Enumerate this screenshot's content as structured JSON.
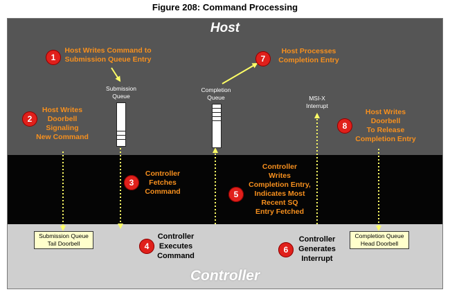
{
  "figure_title": "Figure 208: Command Processing",
  "host_label": "Host",
  "controller_label": "Controller",
  "steps": [
    {
      "n": "1",
      "text": "Host Writes Command to\nSubmission Queue Entry"
    },
    {
      "n": "2",
      "text": "Host Writes\nDoorbell\nSignaling\nNew Command"
    },
    {
      "n": "3",
      "text": "Controller\nFetches\nCommand"
    },
    {
      "n": "4",
      "text": "Controller\nExecutes\nCommand"
    },
    {
      "n": "5",
      "text": "Controller\nWrites\nCompletion Entry,\nIndicates Most\nRecent SQ\nEntry Fetched"
    },
    {
      "n": "6",
      "text": "Controller\nGenerates\nInterrupt"
    },
    {
      "n": "7",
      "text": "Host Processes\nCompletion Entry"
    },
    {
      "n": "8",
      "text": "Host Writes\nDoorbell\nTo Release\nCompletion Entry"
    }
  ],
  "labels": {
    "submission_queue": "Submission\nQueue",
    "completion_queue": "Completion\nQueue",
    "msix": "MSI-X\nInterrupt"
  },
  "doorbells": {
    "sq_tail": "Submission Queue\nTail Doorbell",
    "cq_head": "Completion Queue\nHead Doorbell"
  },
  "colors": {
    "host_band": "#555555",
    "middle_band": "#050505",
    "controller_band": "#cfcfcf",
    "step_circle": "#e0201b",
    "step_text": "#f7901e",
    "arrow": "#ffff66",
    "doorbell_fill": "#ffffcc"
  }
}
